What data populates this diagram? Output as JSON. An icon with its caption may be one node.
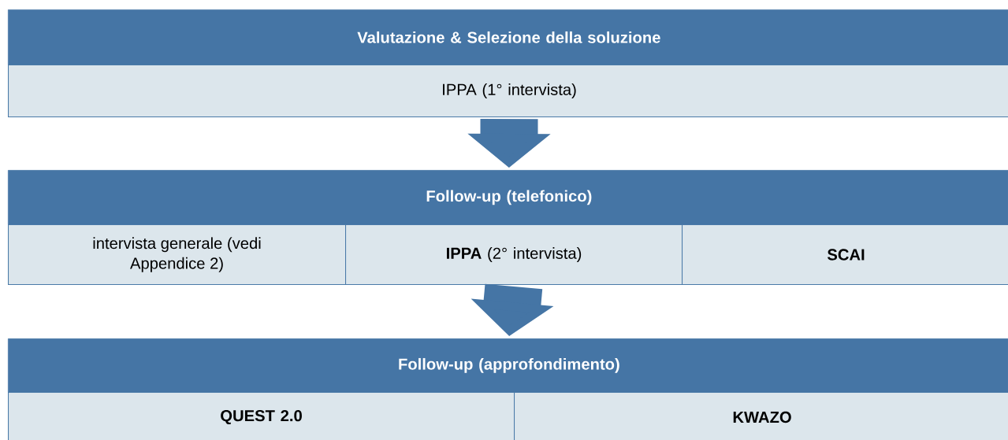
{
  "diagram": {
    "nodes": [
      {
        "text": [
          "Valutazione & Selezione della soluzione"
        ]
      },
      {
        "text": [
          "IPPA (1° intervista)"
        ]
      },
      {
        "text": [
          "Follow-up (telefonico)"
        ]
      },
      {
        "text": [
          "intervista generale (vedi Appendice 2)"
        ]
      },
      {
        "text": [
          "**IPPA** (2° intervista)"
        ]
      },
      {
        "text": [
          "SCAI"
        ]
      },
      {
        "text": [
          "Follow-up (approfondimento)"
        ]
      },
      {
        "text": [
          "QUEST 2.0"
        ]
      },
      {
        "text": [
          "KWAZO"
        ]
      }
    ],
    "edges": [
      {
        "from": 1,
        "to": 2,
        "arrow": "to"
      },
      {
        "from": 4,
        "to": 6,
        "arrow": "to"
      }
    ]
  }
}
